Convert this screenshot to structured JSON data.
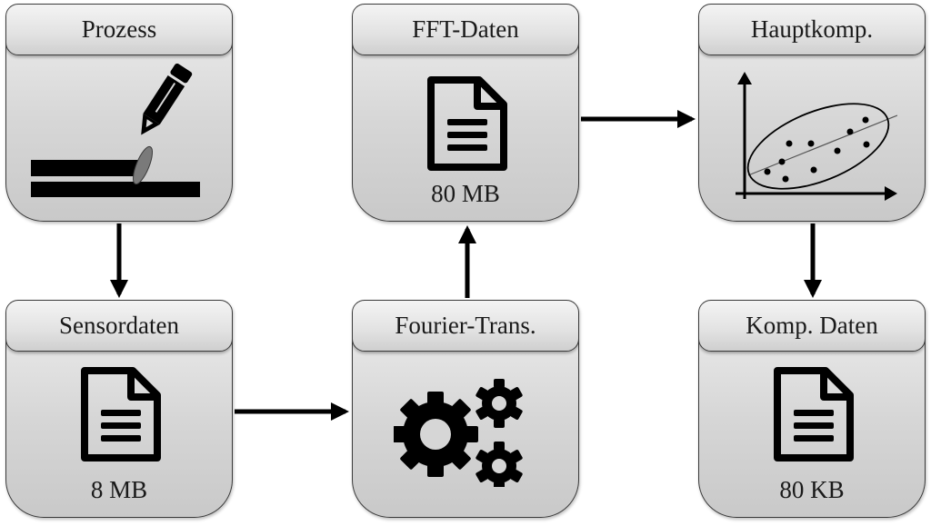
{
  "nodes": [
    {
      "id": "prozess",
      "title": "Prozess",
      "icon": "welding-pen-icon"
    },
    {
      "id": "fft",
      "title": "FFT-Daten",
      "icon": "document-icon",
      "size": "80 MB"
    },
    {
      "id": "hauptkomp",
      "title": "Hauptkomp.",
      "icon": "pca-scatter-icon"
    },
    {
      "id": "sensordaten",
      "title": "Sensordaten",
      "icon": "document-icon",
      "size": "8 MB"
    },
    {
      "id": "fourier",
      "title": "Fourier-Trans.",
      "icon": "gears-icon"
    },
    {
      "id": "kompdaten",
      "title": "Komp. Daten",
      "icon": "document-icon",
      "size": "80 KB"
    }
  ],
  "edges": [
    {
      "from": "prozess",
      "to": "sensordaten"
    },
    {
      "from": "sensordaten",
      "to": "fourier"
    },
    {
      "from": "fourier",
      "to": "fft"
    },
    {
      "from": "fft",
      "to": "hauptkomp"
    },
    {
      "from": "hauptkomp",
      "to": "kompdaten"
    }
  ],
  "colors": {
    "stroke": "#000000",
    "box_border": "#3a3a3a",
    "weld": "#7a7a7a"
  }
}
